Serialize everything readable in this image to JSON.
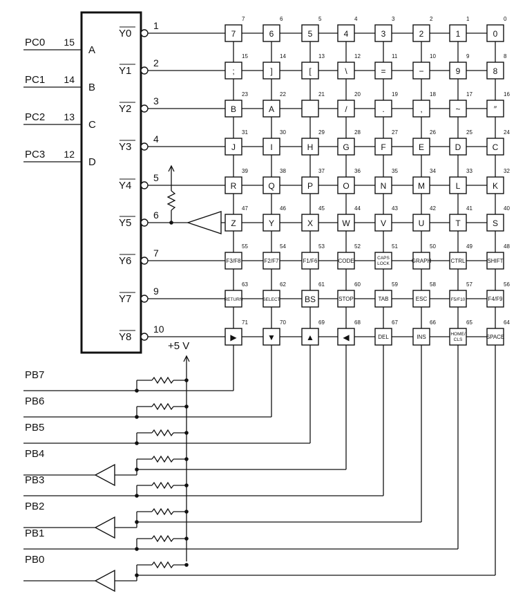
{
  "decoder": {
    "inputs": [
      {
        "signal": "PC0",
        "pin": "15",
        "letter": "A"
      },
      {
        "signal": "PC1",
        "pin": "14",
        "letter": "B"
      },
      {
        "signal": "PC2",
        "pin": "13",
        "letter": "C"
      },
      {
        "signal": "PC3",
        "pin": "12",
        "letter": "D"
      }
    ],
    "outputs": [
      {
        "name": "Y0",
        "pin": "1"
      },
      {
        "name": "Y1",
        "pin": "2"
      },
      {
        "name": "Y2",
        "pin": "3"
      },
      {
        "name": "Y3",
        "pin": "4"
      },
      {
        "name": "Y4",
        "pin": "5"
      },
      {
        "name": "Y5",
        "pin": "6"
      },
      {
        "name": "Y6",
        "pin": "7"
      },
      {
        "name": "Y7",
        "pin": "9"
      },
      {
        "name": "Y8",
        "pin": "10"
      }
    ]
  },
  "supply_label": "+5 V",
  "matrix": {
    "rows": [
      {
        "keys": [
          "7",
          "6",
          "5",
          "4",
          "3",
          "2",
          "1",
          "0"
        ],
        "numbers": [
          "7",
          "6",
          "5",
          "4",
          "3",
          "2",
          "1",
          "0"
        ]
      },
      {
        "keys": [
          ";",
          "]",
          "[",
          "\\",
          "=",
          "−",
          "9",
          "8"
        ],
        "numbers": [
          "15",
          "14",
          "13",
          "12",
          "11",
          "10",
          "9",
          "8"
        ]
      },
      {
        "keys": [
          "B",
          "A",
          "",
          "/",
          ".",
          ",",
          "~",
          "″"
        ],
        "numbers": [
          "23",
          "22",
          "21",
          "20",
          "19",
          "18",
          "17",
          "16"
        ]
      },
      {
        "keys": [
          "J",
          "I",
          "H",
          "G",
          "F",
          "E",
          "D",
          "C"
        ],
        "numbers": [
          "31",
          "30",
          "29",
          "28",
          "27",
          "26",
          "25",
          "24"
        ]
      },
      {
        "keys": [
          "R",
          "Q",
          "P",
          "O",
          "N",
          "M",
          "L",
          "K"
        ],
        "numbers": [
          "39",
          "38",
          "37",
          "36",
          "35",
          "34",
          "33",
          "32"
        ]
      },
      {
        "keys": [
          "Z",
          "Y",
          "X",
          "W",
          "V",
          "U",
          "T",
          "S"
        ],
        "numbers": [
          "47",
          "46",
          "45",
          "44",
          "43",
          "42",
          "41",
          "40"
        ]
      },
      {
        "keys": [
          "F3/F8",
          "F2/F7",
          "F1/F6",
          "CODE",
          "CAPS LOCK",
          "GRAPH",
          "CTRL",
          "SHIFT"
        ],
        "numbers": [
          "55",
          "54",
          "53",
          "52",
          "51",
          "50",
          "49",
          "48"
        ]
      },
      {
        "keys": [
          "RETURN",
          "SELECT",
          "BS",
          "STOP",
          "TAB",
          "ESC",
          "F5/F10",
          "F4/F9"
        ],
        "numbers": [
          "63",
          "62",
          "61",
          "60",
          "59",
          "58",
          "57",
          "56"
        ]
      },
      {
        "keys": [
          "▶",
          "▼",
          "▲",
          "◀",
          "DEL",
          "INS",
          "HOME/CLS",
          "SPACE"
        ],
        "numbers": [
          "71",
          "70",
          "69",
          "68",
          "67",
          "66",
          "65",
          "64"
        ]
      }
    ]
  },
  "port_b": [
    "PB7",
    "PB6",
    "PB5",
    "PB4",
    "PB3",
    "PB2",
    "PB1",
    "PB0"
  ],
  "buffered_lines": [
    "PB4",
    "PB2",
    "PB0"
  ]
}
